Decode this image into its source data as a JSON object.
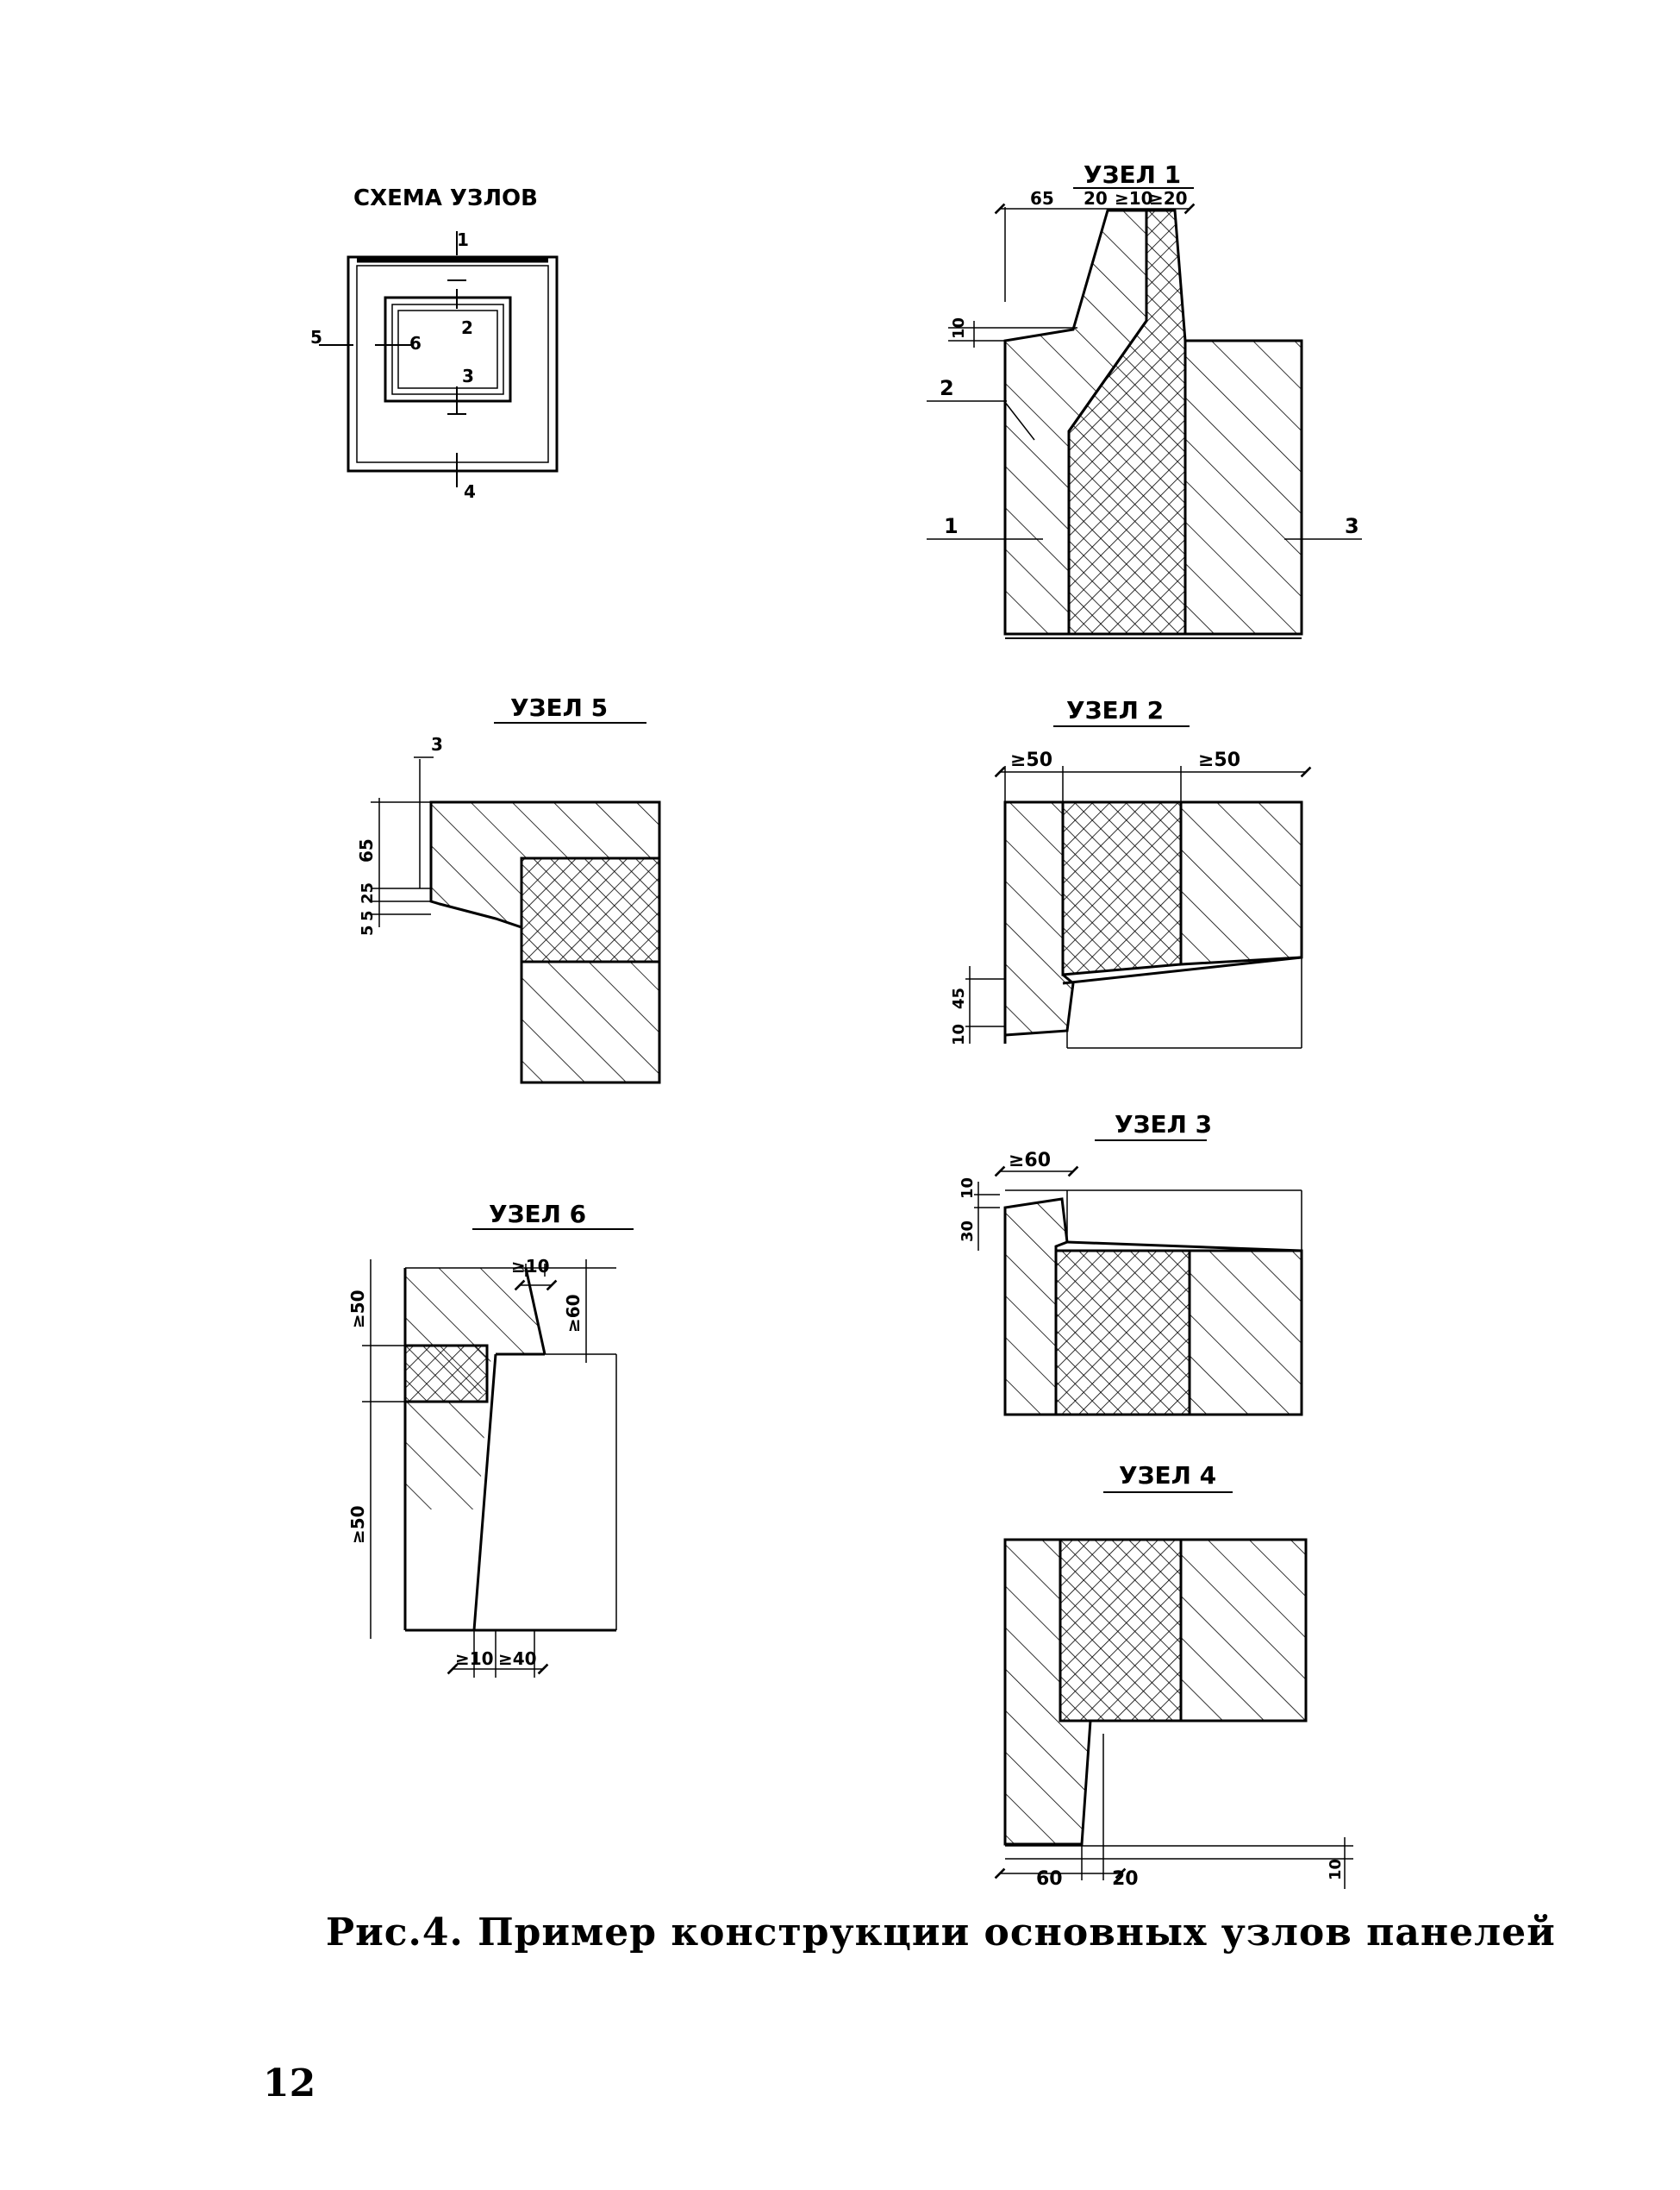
{
  "scheme": {
    "title": "СХЕМА УЗЛОВ",
    "markers": [
      "1",
      "2",
      "3",
      "4",
      "5",
      "6"
    ]
  },
  "nodes": {
    "n1": {
      "title": "УЗЕЛ 1",
      "dims": [
        "65",
        "20",
        "≥10",
        "≥20",
        "10"
      ],
      "callouts": [
        "1",
        "2",
        "3"
      ]
    },
    "n2": {
      "title": "УЗЕЛ 2",
      "dims": [
        "≥50",
        "≥50",
        "45",
        "10"
      ]
    },
    "n3": {
      "title": "УЗЕЛ 3",
      "dims": [
        "≥60",
        "10",
        "30"
      ]
    },
    "n4": {
      "title": "УЗЕЛ 4",
      "dims": [
        "60",
        "20",
        "10"
      ]
    },
    "n5": {
      "title": "УЗЕЛ 5",
      "dims": [
        "3",
        "65",
        "25",
        "5",
        "5"
      ]
    },
    "n6": {
      "title": "УЗЕЛ 6",
      "dims": [
        "≥10",
        "≥50",
        "≥60",
        "≥50",
        "≥10",
        "≥40"
      ]
    }
  },
  "caption": "Рис.4. Пример конструкции основных узлов панелей",
  "page_number": "12"
}
